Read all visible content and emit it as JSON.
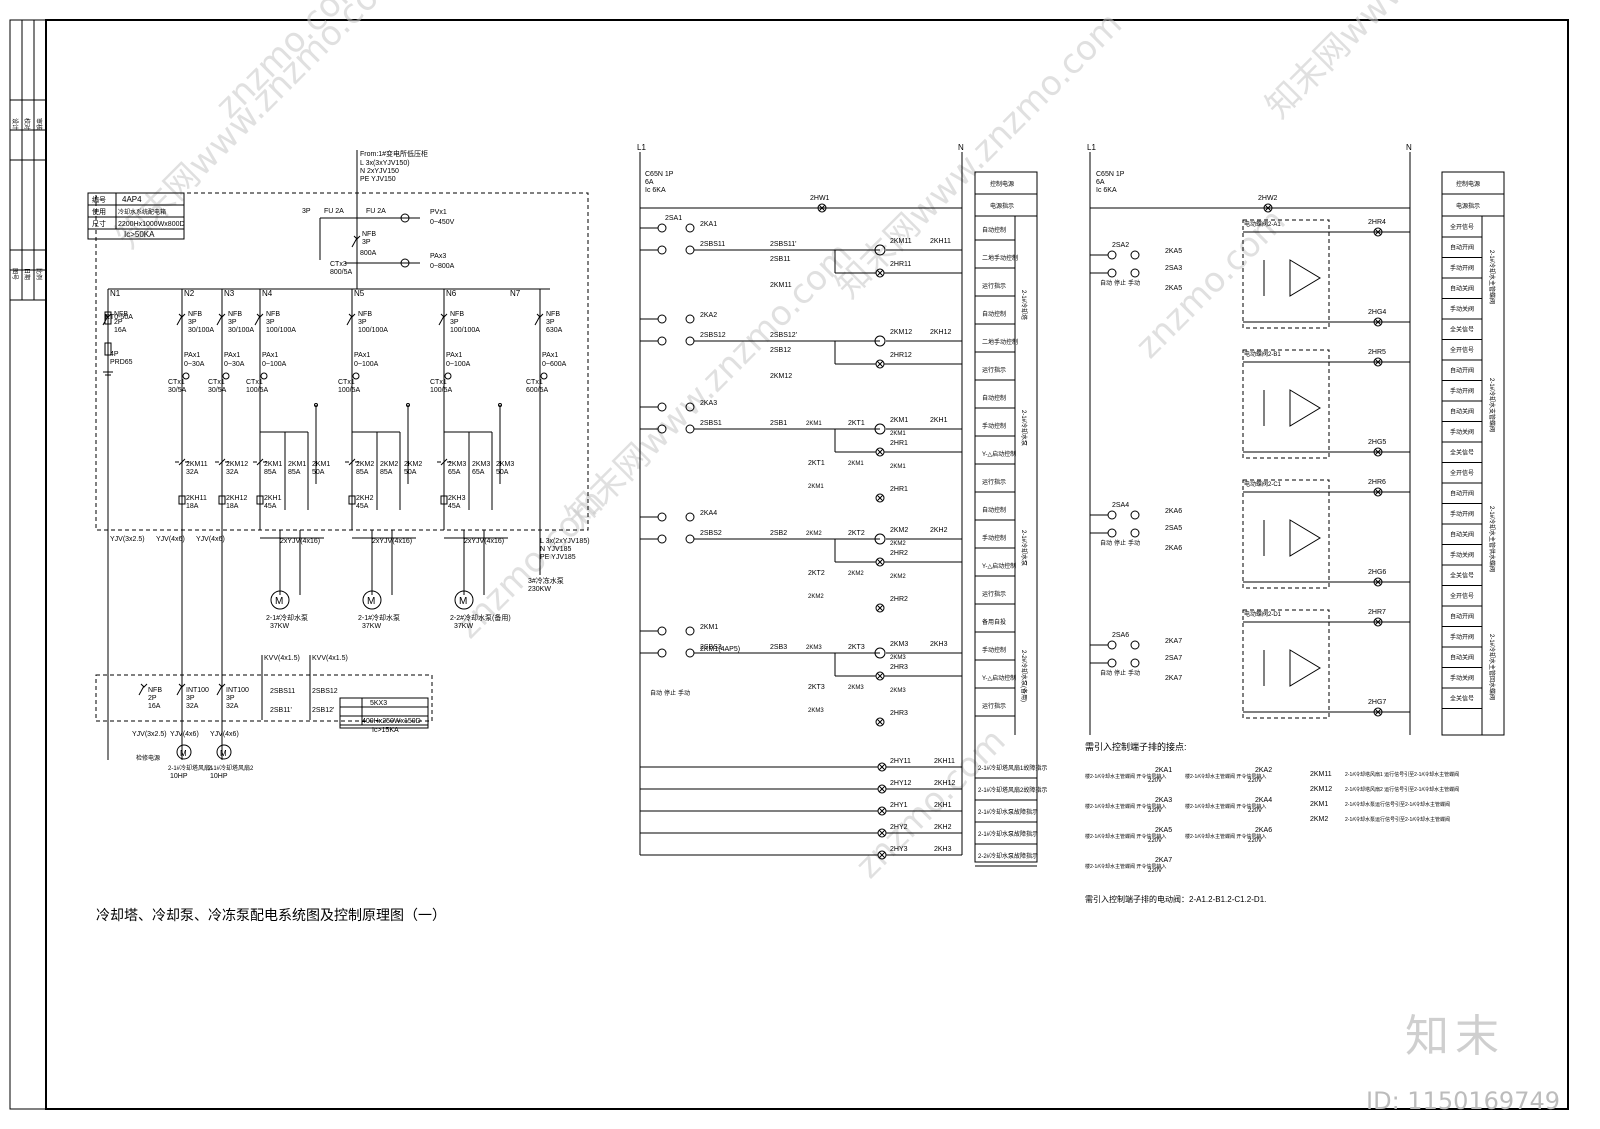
{
  "caption": "冷却塔、冷却泵、冷冻泵配电系统图及控制原理图（一）",
  "id_tag": "ID: 1150169749",
  "logo_text": "知末",
  "watermark": "znzmo.com",
  "watermark_cn": "知末网www.znzmo.com",
  "panel_main": {
    "code_label": "编号",
    "code": "4AP4",
    "use_label": "使用",
    "use": "冷却水系统配电箱",
    "size_label": "尺寸",
    "size": "2200Hx1000Wx800D",
    "ic": "Ic>50KA"
  },
  "incoming": {
    "from": "From:1#变电所低压柜",
    "cable1": "L 3x(3xYJV150)",
    "cable2": "N 2xYJV150",
    "cable3": "PE YJV150",
    "fu1_pole": "3P",
    "fu1": "FU 2A",
    "fu2": "FU 2A",
    "pv": "PVx1",
    "pv_range": "0~450V",
    "breaker_type": "NFB",
    "breaker_pole": "3P",
    "breaker_rating": "800A",
    "ct": "CTx3",
    "ct_ratio": "800/5A",
    "pa": "PAx3",
    "pa_range": "0~800A"
  },
  "feeders": [
    {
      "n": "N1",
      "type": "NFB",
      "pole": "2P",
      "rating": "16A",
      "extra": "RT0-50A",
      "spd": "4P",
      "spd_model": "PRD65",
      "cable": "YJV(3x2.5)"
    },
    {
      "n": "N2",
      "type": "NFB",
      "pole": "3P",
      "rating": "30/100A",
      "pa": "PAx1",
      "pa_range": "0~30A",
      "ct": "CTx1",
      "ct_ratio": "30/5A",
      "km": "2KM11",
      "km_rating": "32A",
      "kh": "2KH11",
      "kh_rating": "18A",
      "cable": "YJV(4x6)"
    },
    {
      "n": "N3",
      "type": "NFB",
      "pole": "3P",
      "rating": "30/100A",
      "pa": "PAx1",
      "pa_range": "0~30A",
      "ct": "CTx1",
      "ct_ratio": "30/5A",
      "km": "2KM12",
      "km_rating": "32A",
      "kh": "2KH12",
      "kh_rating": "18A",
      "cable": "YJV(4x6)"
    },
    {
      "n": "N4",
      "type": "NFB",
      "pole": "3P",
      "rating": "100/100A",
      "pa": "PAx1",
      "pa_range": "0~100A",
      "ct": "CTx1",
      "ct_ratio": "100/5A",
      "km": "2KM1",
      "km_rating": "85A",
      "km2": "2KM1",
      "km2_rating": "85A",
      "km3": "2KM1",
      "km3_rating": "50A",
      "kh": "2KH1",
      "kh_rating": "45A",
      "cable": "2xYJV(4x16)",
      "motor": "2-1#冷却水泵",
      "motor_kw": "37KW"
    },
    {
      "n": "N5",
      "type": "NFB",
      "pole": "3P",
      "rating": "100/100A",
      "pa": "PAx1",
      "pa_range": "0~100A",
      "ct": "CTx1",
      "ct_ratio": "100/5A",
      "km": "2KM2",
      "km_rating": "85A",
      "km2": "2KM2",
      "km2_rating": "85A",
      "km3": "2KM2",
      "km3_rating": "50A",
      "kh": "2KH2",
      "kh_rating": "45A",
      "cable": "2xYJV(4x16)",
      "motor": "2-1#冷却水泵",
      "motor_kw": "37KW"
    },
    {
      "n": "N6",
      "type": "NFB",
      "pole": "3P",
      "rating": "100/100A",
      "pa": "PAx1",
      "pa_range": "0~100A",
      "ct": "CTx1",
      "ct_ratio": "100/5A",
      "km": "2KM3",
      "km_rating": "65A",
      "km2": "2KM3",
      "km2_rating": "65A",
      "km3": "2KM3",
      "km3_rating": "50A",
      "kh": "2KH3",
      "kh_rating": "45A",
      "cable": "2xYJV(4x16)",
      "motor": "2-2#冷却水泵(备用)",
      "motor_kw": "37KW"
    },
    {
      "n": "N7",
      "type": "NFB",
      "pole": "3P",
      "rating": "630A",
      "pa": "PAx1",
      "pa_range": "0~600A",
      "ct": "CTx1",
      "ct_ratio": "600/5A",
      "cable1": "L 3x(2xYJV185)",
      "cable2": "N YJV185",
      "cable3": "PE YJV185",
      "load": "3#冷冻水泵",
      "load_kw": "230KW"
    }
  ],
  "panel_sub": {
    "code": "5KX3",
    "size": "400Hx250Wx150D",
    "ic": "Ic>15KA",
    "feed1": "KVV(4x1.5)",
    "feed2": "KVV(4x1.5)",
    "sw1": "2SBS11",
    "sw1b": "2SB11'",
    "sw2": "2SBS12",
    "sw2b": "2SB12'",
    "feeders": [
      {
        "type": "NFB",
        "pole": "2P",
        "rating": "16A",
        "cable": "YJV(3x2.5)",
        "load": "检修电源"
      },
      {
        "type": "INT100",
        "pole": "3P",
        "rating": "32A",
        "cable": "YJV(4x6)",
        "load": "2-1#冷却塔风扇1",
        "kw": "10HP"
      },
      {
        "type": "INT100",
        "pole": "3P",
        "rating": "32A",
        "cable": "YJV(4x6)",
        "load": "2-1#冷却塔风扇2",
        "kw": "10HP"
      }
    ]
  },
  "ctrl1": {
    "l": "L1",
    "n": "N",
    "breaker": "C65N 1P",
    "breaker_rating": "6A",
    "breaker_ic": "Ic 6KA",
    "hw": "2HW1",
    "sa": "2SA1",
    "mode_labels": [
      "自动",
      "停止",
      "手动"
    ],
    "rows": [
      {
        "ka": "2KA1",
        "s1": "2SBS11",
        "s2": "2SBS11'",
        "s3": "2SB11'",
        "km": "2KM11",
        "kh": "2KH11",
        "hr": "2HR11",
        "sb": "2SB11",
        "aux": "2KM11"
      },
      {
        "ka": "2KA2",
        "s1": "2SBS12",
        "s2": "2SBS12'",
        "s3": "2SB12'",
        "km": "2KM12",
        "kh": "2KH12",
        "hr": "2HR12",
        "sb": "2SB12",
        "aux": "2KM12"
      },
      {
        "ka": "2KA3",
        "s1": "2SBS1",
        "s2": "2SB1",
        "km": "2KM1",
        "kt": "2KT1",
        "kh": "2KH1",
        "hr": "2HR1"
      },
      {
        "ka": "2KA4",
        "s1": "2SBS2",
        "s2": "2SB2",
        "km": "2KM2",
        "kt": "2KT2",
        "kh": "2KH2",
        "hr": "2HR2"
      },
      {
        "ka": "2KM1",
        "s1": "2SBS3",
        "s2": "2SB3",
        "km": "2KM3",
        "kt": "2KT3",
        "kh": "2KH3",
        "hr": "2HR3",
        "extra": "2KM1(4AP5)"
      }
    ],
    "fault_lamps": [
      {
        "hy": "2HY11",
        "kh": "2KH11"
      },
      {
        "hy": "2HY12",
        "kh": "2KH12"
      },
      {
        "hy": "2HY1",
        "kh": "2KH1"
      },
      {
        "hy": "2HY2",
        "kh": "2KH2"
      },
      {
        "hy": "2HY3",
        "kh": "2KH3"
      }
    ],
    "legend_head": [
      "控制电源",
      "电源指示"
    ],
    "legend": [
      "自动控制",
      "二地手动控制",
      "运行指示",
      "自动控制",
      "二地手动控制",
      "运行指示",
      "自动控制",
      "手动控制",
      "Y-△启动控制",
      "运行指示",
      "自动控制",
      "手动控制",
      "Y-△启动控制",
      "运行指示",
      "备用自投",
      "手动控制",
      "Y-△启动控制",
      "运行指示"
    ],
    "legend_groups": [
      "2-1#冷却塔",
      "2-1#冷却水泵",
      "2-1#冷却水泵",
      "2-2#冷却水泵(备用)"
    ],
    "fault_legend": [
      "2-1#冷却塔风扇1故障指示",
      "2-1#冷却塔风扇2故障指示",
      "2-1#冷却水泵故障指示",
      "2-1#冷却水泵故障指示",
      "2-2#冷却水泵故障指示"
    ]
  },
  "ctrl2": {
    "l": "L1",
    "n": "N",
    "breaker": "C65N 1P",
    "breaker_rating": "6A",
    "breaker_ic": "Ic 6KA",
    "hw": "2HW2",
    "mode_labels": [
      "自动",
      "停止",
      "手动"
    ],
    "groups": [
      {
        "sa": "2SA2",
        "ka_a": "2KA5",
        "sa_b": "2SA3",
        "ka_b": "2KA5",
        "valves": [
          {
            "name": "电动蝶阀2-A1",
            "hr": "2HR4",
            "hg": "2HG4"
          },
          {
            "name": "电动蝶阀2-B1",
            "hr": "2HR5",
            "hg": "2HG5"
          }
        ]
      },
      {
        "sa": "2SA4",
        "ka_a": "2KA6",
        "sa_b": "2SA5",
        "ka_b": "2KA6",
        "valves": [
          {
            "name": "电动蝶阀2-C1",
            "hr": "2HR6",
            "hg": "2HG6"
          }
        ]
      },
      {
        "sa": "2SA6",
        "ka_a": "2KA7",
        "sa_b": "2SA7",
        "ka_b": "2KA7",
        "valves": [
          {
            "name": "电动蝶阀2-D1",
            "hr": "2HR7",
            "hg": "2HG7"
          }
        ]
      }
    ],
    "legend_head": [
      "控制电源",
      "电源指示"
    ],
    "legend": [
      "全开信号",
      "自动开阀",
      "手动开阀",
      "自动关阀",
      "手动关阀",
      "全关信号",
      "全开信号",
      "自动开阀",
      "手动开阀",
      "自动关阀",
      "手动关阀",
      "全关信号",
      "全开信号",
      "自动开阀",
      "手动开阀",
      "自动关阀",
      "手动关阀",
      "全关信号",
      "全开信号",
      "自动开阀",
      "手动开阀",
      "自动关阀",
      "手动关阀",
      "全关信号"
    ],
    "legend_groups": [
      "2-1#冷却水主管蝶阀",
      "2-1#冷却水支管蝶阀",
      "2-1#冷却水主管供水蝶阀",
      "2-1#冷却水主管回水蝶阀"
    ]
  },
  "terminals": {
    "title": "需引入控制端子排的接点:",
    "items_left": [
      {
        "label": "楼2-1#冷却水主管蝶阀 开令信号输入",
        "relay": "2KA1",
        "v": "220V"
      },
      {
        "label": "楼2-1#冷却水主管蝶阀 开令信号输入",
        "relay": "2KA3",
        "v": "220V"
      },
      {
        "label": "楼2-1#冷却水主管蝶阀 开令信号输入",
        "relay": "2KA5",
        "v": "220V"
      },
      {
        "label": "楼2-1#冷却水主管蝶阀 开令信号输入",
        "relay": "2KA7",
        "v": "220V"
      }
    ],
    "items_mid": [
      {
        "label": "楼2-1#冷却水主管蝶阀 开令信号输入",
        "relay": "2KA2",
        "v": "220V"
      },
      {
        "label": "楼2-1#冷却水主管蝶阀 开令信号输入",
        "relay": "2KA4",
        "v": "220V"
      },
      {
        "label": "楼2-1#冷却水主管蝶阀 开令信号输入",
        "relay": "2KA6",
        "v": "220V"
      }
    ],
    "items_right": [
      {
        "relay": "2KM11",
        "label": "2-1#冷却塔风扇1 运行信号引至2-1#冷却水主管蝶阀"
      },
      {
        "relay": "2KM12",
        "label": "2-1#冷却塔风扇2 运行信号引至2-1#冷却水主管蝶阀"
      },
      {
        "relay": "2KM1",
        "label": "2-1#冷却水泵运行信号引至2-1#冷却水主管蝶阀"
      },
      {
        "relay": "2KM2",
        "label": "2-1#冷却水泵运行信号引至2-1#冷却水主管蝶阀"
      }
    ],
    "valves_line": "需引入控制端子排的电动阀：2-A1.2-B1.2-C1.2-D1."
  },
  "border_cells": [
    "设计",
    "校对",
    "审核",
    "图号",
    "日期",
    "比例"
  ]
}
